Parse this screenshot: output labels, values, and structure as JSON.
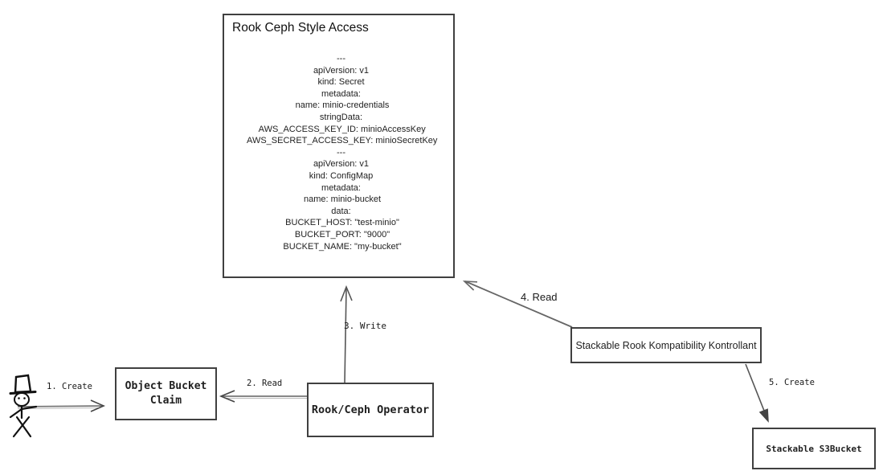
{
  "diagram": {
    "big_box": {
      "title": "Rook Ceph Style Access",
      "yaml_lines": [
        "---",
        "apiVersion: v1",
        "kind: Secret",
        "metadata:",
        " name: minio-credentials",
        "stringData:",
        " AWS_ACCESS_KEY_ID: minioAccessKey",
        " AWS_SECRET_ACCESS_KEY: minioSecretKey",
        "---",
        "apiVersion: v1",
        "kind: ConfigMap",
        "metadata:",
        " name: minio-bucket",
        "data:",
        " BUCKET_HOST: \"test-minio\"",
        " BUCKET_PORT: \"9000\"",
        " BUCKET_NAME: \"my-bucket\""
      ]
    },
    "nodes": {
      "object_bucket_claim": "Object Bucket Claim",
      "rook_ceph_operator": "Rook/Ceph Operator",
      "kontrollant": "Stackable Rook Kompatibility Kontrollant",
      "stackable_s3bucket": "Stackable S3Bucket"
    },
    "arrows": {
      "create_1": "1. Create",
      "read_2": "2. Read",
      "write_3": "3. Write",
      "read_4": "4. Read",
      "create_5": "5. Create"
    },
    "colors": {
      "box_border": "#404040",
      "arrow_stroke": "#555555",
      "arrow_shaft_gray": "#777777",
      "text": "#1f1f1f",
      "background": "#ffffff"
    }
  }
}
